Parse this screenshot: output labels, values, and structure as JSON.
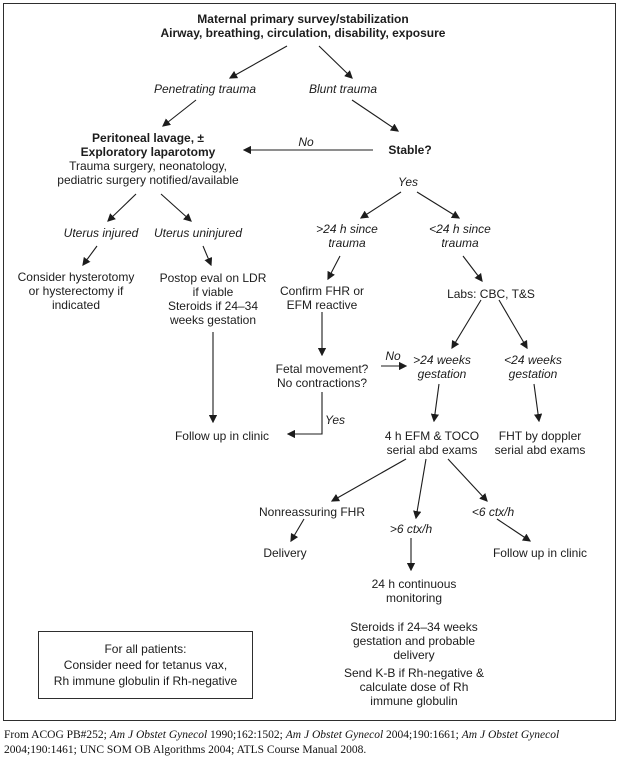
{
  "flowchart": {
    "title": {
      "l1": "Maternal primary survey/stabilization",
      "l2": "Airway, breathing, circulation, disability, exposure"
    },
    "penetrating_trauma": {
      "l1": "Penetrating trauma"
    },
    "blunt_trauma": {
      "l1": "Blunt trauma"
    },
    "peritoneal_lavage": {
      "l1": "Peritoneal lavage, ±",
      "l2": "Exploratory laparotomy",
      "l3": "Trauma surgery, neonatology,",
      "l4": "pediatric surgery notified/available"
    },
    "stable": {
      "l1": "Stable?"
    },
    "label_no_1": "No",
    "label_yes_1": "Yes",
    "gt24h_since_trauma": {
      "l1": ">24 h since",
      "l2": "trauma"
    },
    "lt24h_since_trauma": {
      "l1": "<24 h since",
      "l2": "trauma"
    },
    "uterus_injured": {
      "l1": "Uterus injured"
    },
    "uterus_uninjured": {
      "l1": "Uterus uninjured"
    },
    "consider_hysterotomy": {
      "l1": "Consider hysterotomy",
      "l2": "or hysterectomy if",
      "l3": "indicated"
    },
    "postop_eval": {
      "l1": "Postop eval on LDR",
      "l2": "if viable",
      "l3": "Steroids if 24–34",
      "l4": "weeks gestation"
    },
    "confirm_fhr": {
      "l1": "Confirm FHR or",
      "l2": "EFM reactive"
    },
    "labs": {
      "l1": "Labs: CBC, T&S"
    },
    "fetal_movement": {
      "l1": "Fetal movement?",
      "l2": "No contractions?"
    },
    "label_no_2": "No",
    "label_yes_2": "Yes",
    "gt24_weeks": {
      "l1": ">24 weeks",
      "l2": "gestation"
    },
    "lt24_weeks": {
      "l1": "<24 weeks",
      "l2": "gestation"
    },
    "followup_clinic_1": {
      "l1": "Follow up in clinic"
    },
    "efm_toco": {
      "l1": "4 h EFM & TOCO",
      "l2": "serial abd exams"
    },
    "fht_doppler": {
      "l1": "FHT by doppler",
      "l2": "serial abd exams"
    },
    "nonreassuring_fhr": {
      "l1": "Nonreassuring FHR"
    },
    "gt6_ctx": {
      "l1": ">6 ctx/h"
    },
    "lt6_ctx": {
      "l1": "<6 ctx/h"
    },
    "delivery": {
      "l1": "Delivery"
    },
    "followup_clinic_2": {
      "l1": "Follow up in clinic"
    },
    "continuous_monitoring": {
      "l1": "24 h continuous",
      "l2": "monitoring"
    },
    "steroids_note": {
      "l1": "Steroids if 24–34 weeks",
      "l2": "gestation and probable",
      "l3": "delivery"
    },
    "kleihauer_note": {
      "l1": "Send K-B if Rh-negative &",
      "l2": "calculate dose of Rh",
      "l3": "immune globulin"
    },
    "all_patients_box": {
      "l1": "For all patients:",
      "l2": "Consider need for tetanus vax,",
      "l3": "Rh immune globulin if Rh-negative"
    }
  },
  "caption": {
    "seg1": "From ACOG PB#252; ",
    "seg2": "Am J Obstet Gynecol",
    "seg3": " 1990;162:1502; ",
    "seg4": "Am J Obstet Gynecol",
    "seg5": " 2004;190:1661; ",
    "seg6": "Am J Obstet Gynecol",
    "seg7": " 2004;190:1461; UNC SOM OB Algorithms 2004; ATLS Course Manual 2008."
  }
}
